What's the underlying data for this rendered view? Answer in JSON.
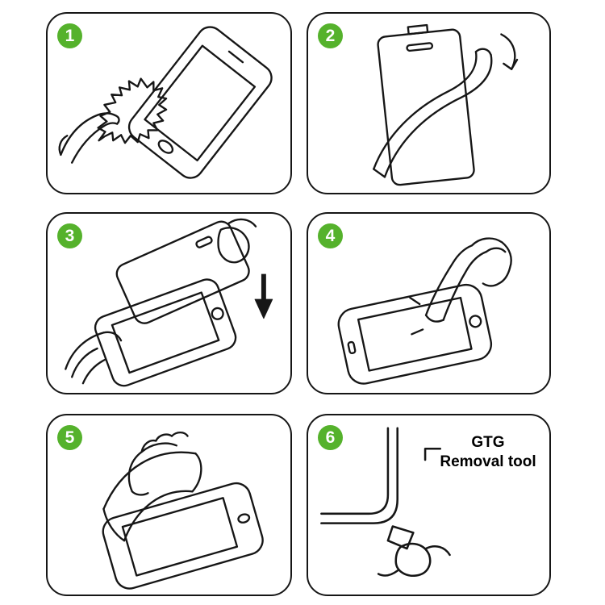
{
  "steps": [
    {
      "number": "1",
      "illustration": "wipe-screen-with-cloth"
    },
    {
      "number": "2",
      "illustration": "peel-protective-backing-film"
    },
    {
      "number": "3",
      "illustration": "align-glass-above-screen"
    },
    {
      "number": "4",
      "illustration": "press-center-of-screen"
    },
    {
      "number": "5",
      "illustration": "smooth-film-with-card"
    },
    {
      "number": "6",
      "illustration": "lift-corner-with-removal-tool",
      "label": {
        "line1": "GTG",
        "line2": "Removal tool"
      }
    }
  ],
  "colors": {
    "step_badge_green": "#55b22c",
    "outline_black": "#161616",
    "background": "#ffffff"
  }
}
